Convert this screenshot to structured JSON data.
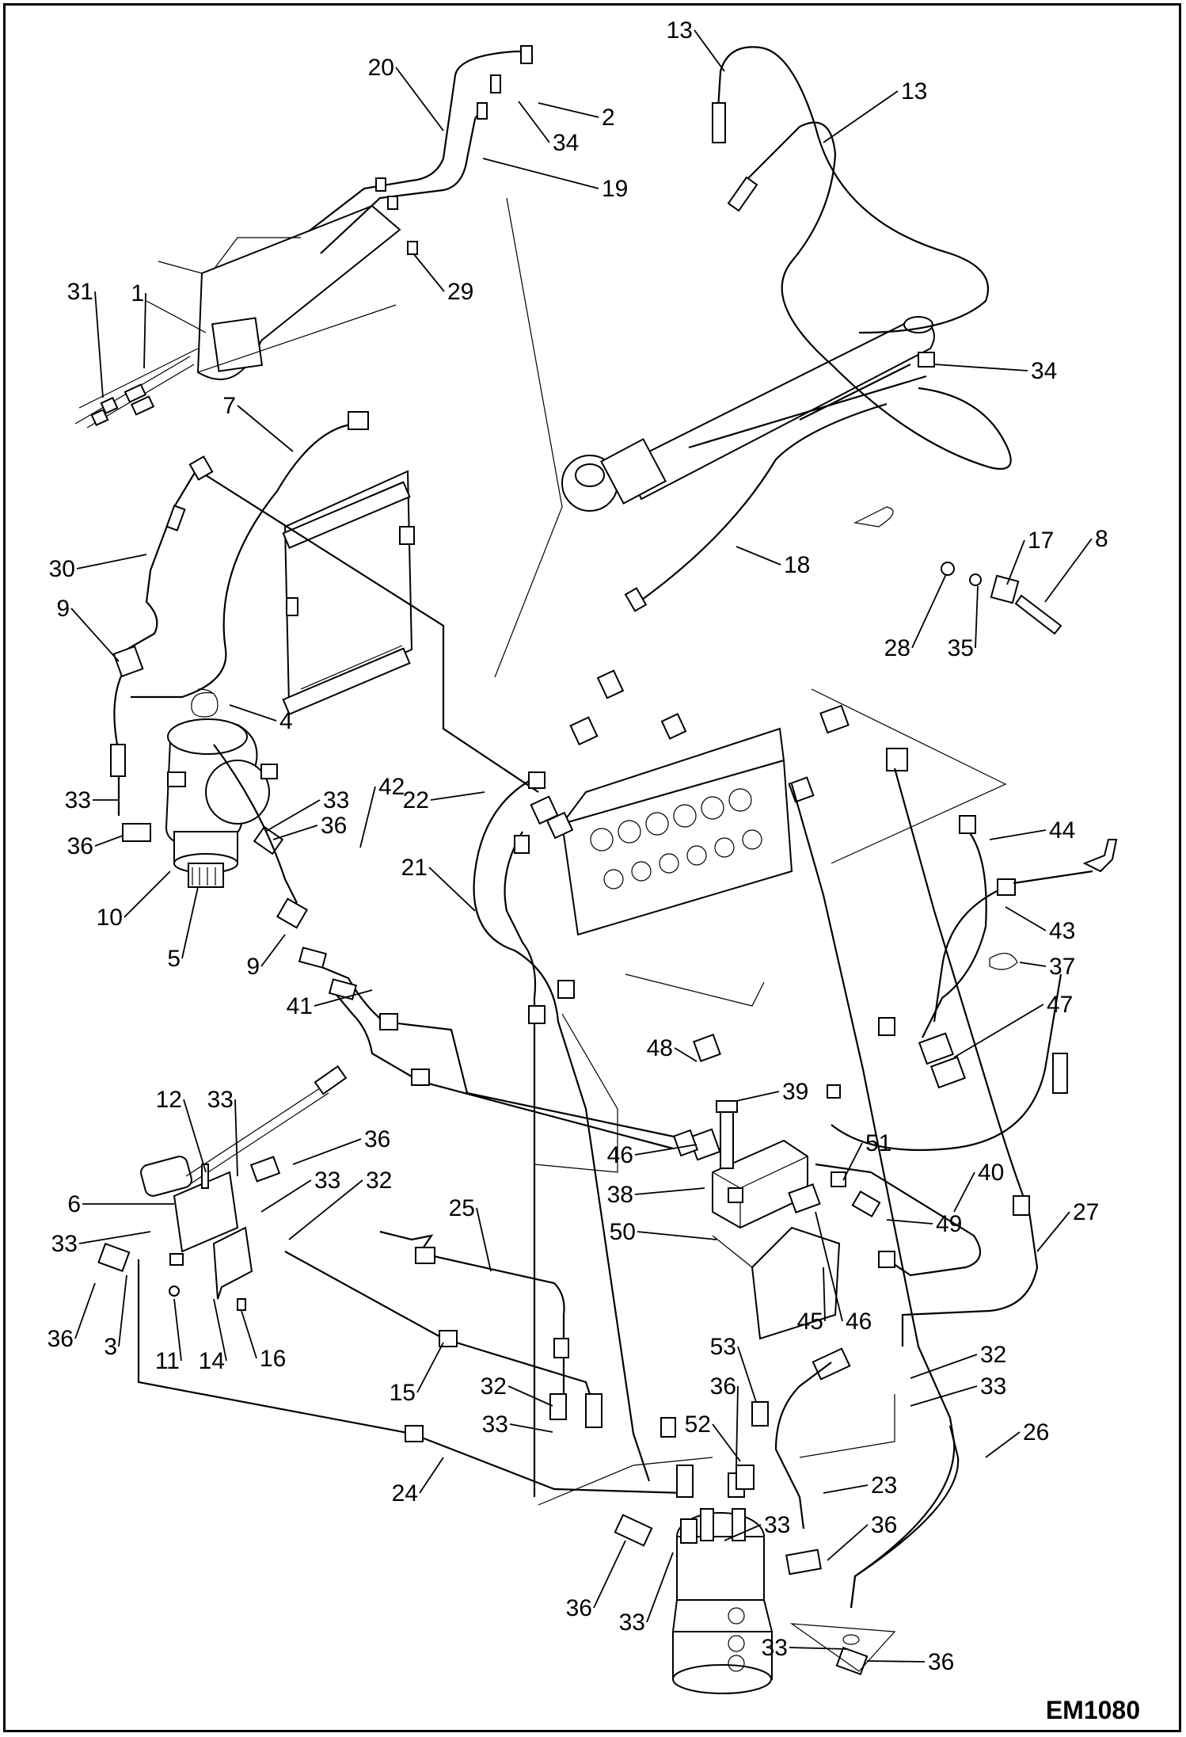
{
  "drawing_code": "EM1080",
  "callouts": [
    "1",
    "2",
    "3",
    "4",
    "5",
    "6",
    "7",
    "8",
    "9",
    "10",
    "11",
    "12",
    "13",
    "14",
    "15",
    "16",
    "17",
    "18",
    "19",
    "20",
    "21",
    "22",
    "23",
    "24",
    "25",
    "26",
    "27",
    "28",
    "29",
    "30",
    "31",
    "32",
    "33",
    "34",
    "35",
    "36",
    "37",
    "38",
    "39",
    "40",
    "41",
    "42",
    "43",
    "44",
    "45",
    "46",
    "47",
    "48",
    "49",
    "50",
    "51",
    "52",
    "53"
  ]
}
